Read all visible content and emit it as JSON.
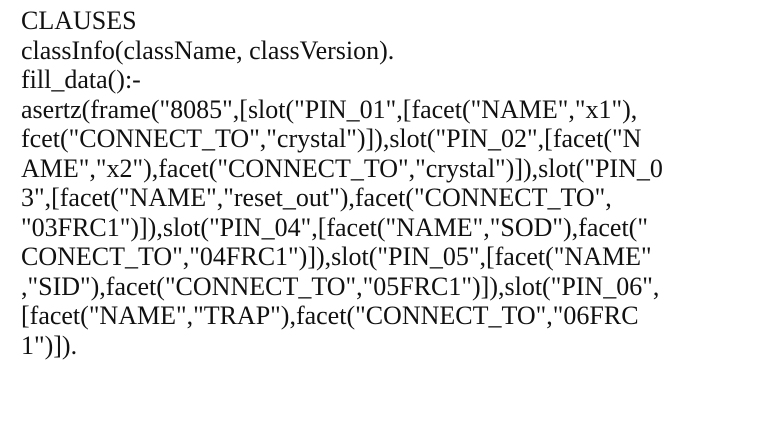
{
  "document": {
    "lines": [
      "CLAUSES",
      "classInfo(className, classVersion).",
      "fill_data():-",
      "asertz(frame(\"8085\",[slot(\"PIN_01\",[facet(\"NAME\",\"x1\"),",
      "fcet(\"CONNECT_TO\",\"crystal\")]),slot(\"PIN_02\",[facet(\"N",
      "AME\",\"x2\"),facet(\"CONNECT_TO\",\"crystal\")]),slot(\"PIN_0",
      "3\",[facet(\"NAME\",\"reset_out\"),facet(\"CONNECT_TO\",",
      "\"03FRC1\")]),slot(\"PIN_04\",[facet(\"NAME\",\"SOD\"),facet(\"",
      "CONECT_TO\",\"04FRC1\")]),slot(\"PIN_05\",[facet(\"NAME\"",
      ",\"SID\"),facet(\"CONNECT_TO\",\"05FRC1\")]),slot(\"PIN_06\",",
      "[facet(\"NAME\",\"TRAP\"),facet(\"CONNECT_TO\",\"06FRC",
      "1\")])."
    ]
  }
}
